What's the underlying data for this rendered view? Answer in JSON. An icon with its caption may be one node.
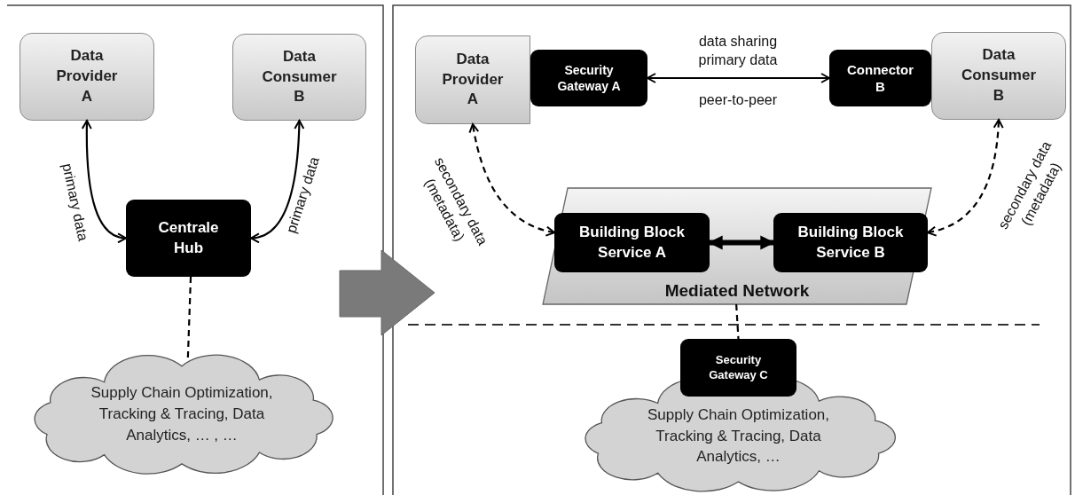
{
  "diagram": {
    "nodes": [
      {
        "text": [
          "Data Provider A"
        ]
      },
      {
        "text": [
          "Data Consumer B"
        ]
      },
      {
        "text": [
          "Centrale Hub"
        ]
      },
      {
        "text": [
          "Supply Chain Optimization, Tracking & Tracing, Data Analytics, … , …"
        ]
      },
      {
        "text": [
          "Data Provider A"
        ]
      },
      {
        "text": [
          "Security Gateway A"
        ]
      },
      {
        "text": [
          "Connector B"
        ]
      },
      {
        "text": [
          "Data Consumer B"
        ]
      },
      {
        "text": [
          "Mediated Network"
        ]
      },
      {
        "text": [
          "Building Block Service A"
        ],
        "in": 8
      },
      {
        "text": [
          "Building Block Service B"
        ],
        "in": 8
      },
      {
        "text": [
          "Security Gateway C"
        ]
      },
      {
        "text": [
          "Supply Chain Optimization, Tracking & Tracing, Data Analytics, …"
        ]
      }
    ],
    "edges": [
      {
        "from": 2,
        "to": 0,
        "arrow": "both",
        "label": "primary data"
      },
      {
        "from": 2,
        "to": 1,
        "arrow": "both",
        "label": "primary data"
      },
      {
        "from": 2,
        "to": 3,
        "arrow": "none",
        "style": "dashed"
      },
      {
        "from": 5,
        "to": 6,
        "arrow": "both",
        "label": "data sharing primary data"
      },
      {
        "from": 9,
        "to": 4,
        "arrow": "both",
        "style": "dashed",
        "label": "secondary data (metadata)"
      },
      {
        "from": 10,
        "to": 7,
        "arrow": "both",
        "style": "dashed",
        "label": "secondary data (metadata)"
      },
      {
        "from": 9,
        "to": 10,
        "arrow": "both",
        "style": "thick"
      },
      {
        "from": 8,
        "to": 11,
        "arrow": "none",
        "style": "dashed"
      }
    ],
    "labels": [
      "peer-to-peer"
    ]
  }
}
